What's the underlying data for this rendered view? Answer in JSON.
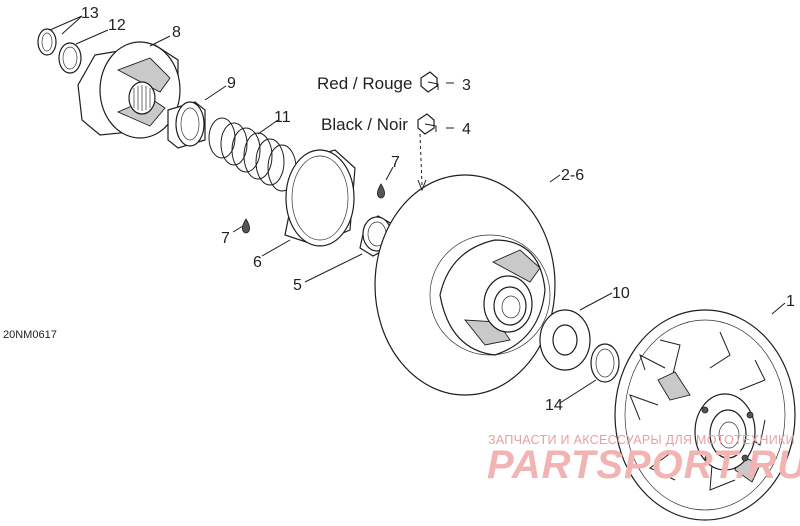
{
  "diagram": {
    "code": "20NM0617",
    "callouts": [
      {
        "id": "c13",
        "text": "13"
      },
      {
        "id": "c12",
        "text": "12"
      },
      {
        "id": "c8",
        "text": "8"
      },
      {
        "id": "c9",
        "text": "9"
      },
      {
        "id": "c11",
        "text": "11"
      },
      {
        "id": "c7a",
        "text": "7"
      },
      {
        "id": "c7b",
        "text": "7"
      },
      {
        "id": "c6",
        "text": "6"
      },
      {
        "id": "c5",
        "text": "5"
      },
      {
        "id": "c26",
        "text": "2-6"
      },
      {
        "id": "c10",
        "text": "10"
      },
      {
        "id": "c14",
        "text": "14"
      },
      {
        "id": "c1",
        "text": "1"
      },
      {
        "id": "c3",
        "text": "3"
      },
      {
        "id": "c4",
        "text": "4"
      }
    ],
    "color_labels": {
      "red": "Red / Rouge",
      "black": "Black / Noir"
    }
  },
  "watermark": {
    "top": "ЗАПЧАСТИ И АКСЕССУАРЫ ДЛЯ МОТОТЕХНИКИ",
    "brand": "PARTSPORT.RU"
  }
}
